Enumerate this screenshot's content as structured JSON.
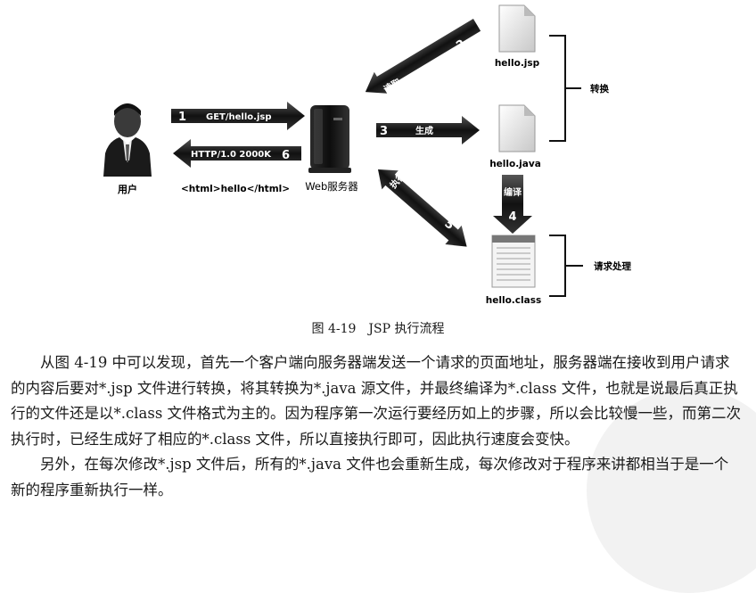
{
  "figure": {
    "labels": {
      "user": "用户",
      "server": "Web服务器",
      "jsp_file": "hello.jsp",
      "java_file": "hello.java",
      "class_file": "hello.class",
      "translate": "转换",
      "request_processing": "请求处理",
      "html_output": "<html>hello</html>"
    },
    "steps": {
      "s1_num": "1",
      "s1_label": "GET/hello.jsp",
      "s2_num": "2",
      "s2_label": "读取",
      "s3_num": "3",
      "s3_label": "生成",
      "s4_num": "4",
      "s4_label": "编译",
      "s5_num": "5",
      "s5_label": "执行",
      "s6_num": "6",
      "s6_label": "HTTP/1.0 2000K"
    },
    "caption": "图 4-19　JSP 执行流程"
  },
  "body": {
    "paragraph1": "从图 4-19 中可以发现，首先一个客户端向服务器端发送一个请求的页面地址，服务器端在接收到用户请求的内容后要对*.jsp 文件进行转换，将其转换为*.java 源文件，并最终编译为*.class 文件，也就是说最后真正执行的文件还是以*.class 文件格式为主的。因为程序第一次运行要经历如上的步骤，所以会比较慢一些，而第二次执行时，已经生成好了相应的*.class 文件，所以直接执行即可，因此执行速度会变快。",
    "paragraph2": "另外，在每次修改*.jsp 文件后，所有的*.java 文件也会重新生成，每次修改对于程序来讲都相当于是一个新的程序重新执行一样。"
  }
}
